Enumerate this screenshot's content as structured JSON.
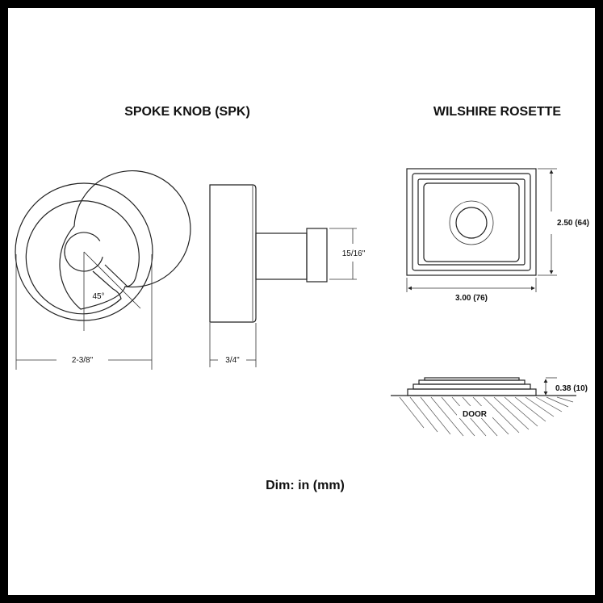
{
  "titles": {
    "knob": "SPOKE KNOB (SPK)",
    "rosette": "WILSHIRE ROSETTE"
  },
  "knob": {
    "angle_label": "45°",
    "diameter_label": "2-3/8\"",
    "depth_label": "3/4\"",
    "stem_label": "15/16\""
  },
  "rosette": {
    "width_label": "3.00 (76)",
    "height_label": "2.50 (64)",
    "projection_label": "0.38 (10)",
    "door_label": "DOOR"
  },
  "footer": {
    "units_note": "Dim: in (mm)"
  }
}
